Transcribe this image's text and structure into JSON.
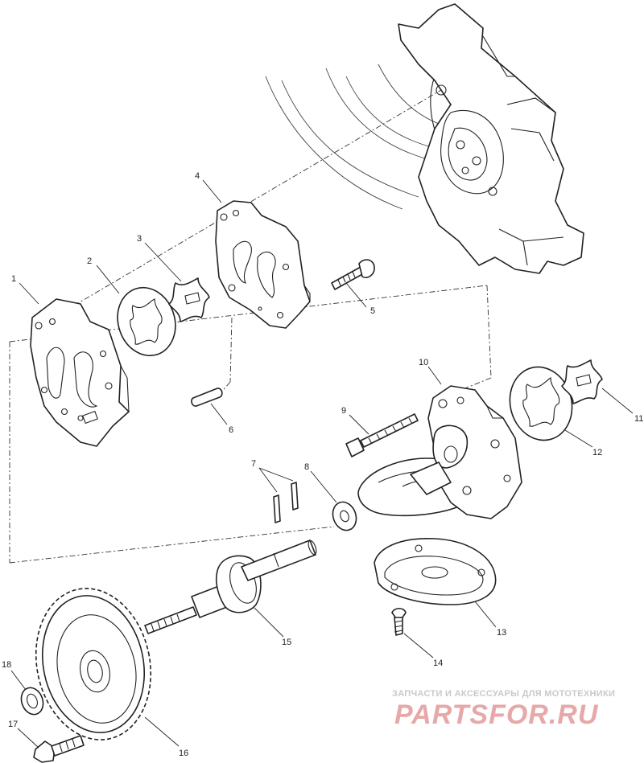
{
  "callouts": [
    {
      "id": "1",
      "label": "1"
    },
    {
      "id": "2",
      "label": "2"
    },
    {
      "id": "3",
      "label": "3"
    },
    {
      "id": "4",
      "label": "4"
    },
    {
      "id": "5",
      "label": "5"
    },
    {
      "id": "6",
      "label": "6"
    },
    {
      "id": "7",
      "label": "7"
    },
    {
      "id": "8",
      "label": "8"
    },
    {
      "id": "9",
      "label": "9"
    },
    {
      "id": "10",
      "label": "10"
    },
    {
      "id": "11",
      "label": "11"
    },
    {
      "id": "12",
      "label": "12"
    },
    {
      "id": "13",
      "label": "13"
    },
    {
      "id": "14",
      "label": "14"
    },
    {
      "id": "15",
      "label": "15"
    },
    {
      "id": "16",
      "label": "16"
    },
    {
      "id": "17",
      "label": "17"
    },
    {
      "id": "18",
      "label": "18"
    }
  ],
  "watermark": {
    "tagline": "ЗАПЧАСТИ И АКСЕССУАРЫ ДЛЯ МОТОТЕХНИКИ",
    "brand": "PARTSFOR.RU",
    "brand_color": "#e6a8a8"
  }
}
